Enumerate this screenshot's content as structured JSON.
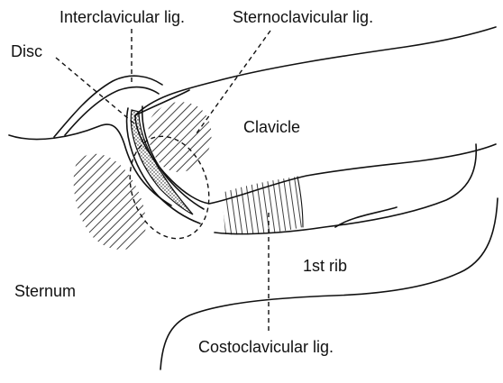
{
  "labels": {
    "interclavicular": "Interclavicular lig.",
    "sternoclavicular": "Sternoclavicular lig.",
    "disc": "Disc",
    "clavicle": "Clavicle",
    "first_rib": "1st rib",
    "sternum": "Sternum",
    "costoclavicular": "Costoclavicular lig."
  },
  "colors": {
    "ink": "#111111",
    "background": "#ffffff"
  }
}
